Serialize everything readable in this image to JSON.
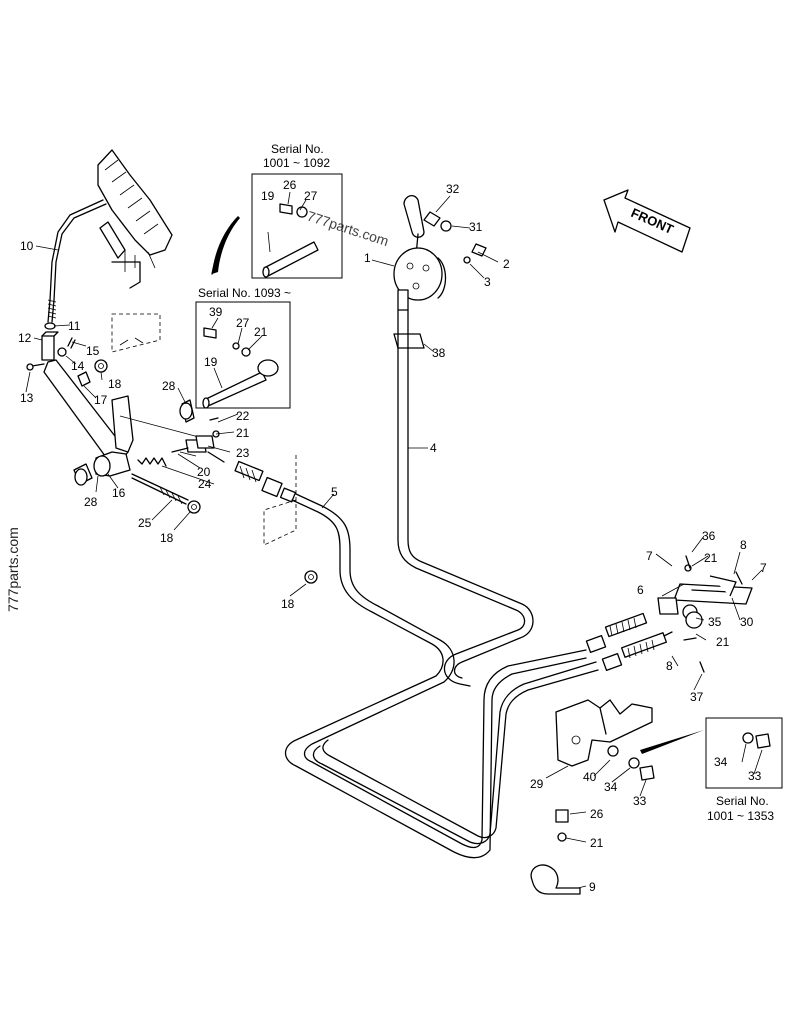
{
  "diagram": {
    "captions": {
      "box1_line1": "Serial No.",
      "box1_line2": "1001 ~ 1092",
      "box2_line1": "Serial No. 1093 ~",
      "box3_line1": "Serial No.",
      "box3_line2": "1001 ~ 1353"
    },
    "front_label": "FRONT",
    "watermarks": {
      "side": "777parts.com",
      "overlay": "777parts.com"
    },
    "part_numbers": [
      "1",
      "2",
      "3",
      "4",
      "5",
      "6",
      "7",
      "8",
      "9",
      "10",
      "11",
      "12",
      "13",
      "14",
      "15",
      "16",
      "17",
      "18",
      "19",
      "20",
      "21",
      "22",
      "23",
      "24",
      "25",
      "26",
      "27",
      "28",
      "29",
      "30",
      "31",
      "32",
      "33",
      "34",
      "35",
      "36",
      "37",
      "38",
      "39",
      "40"
    ]
  }
}
